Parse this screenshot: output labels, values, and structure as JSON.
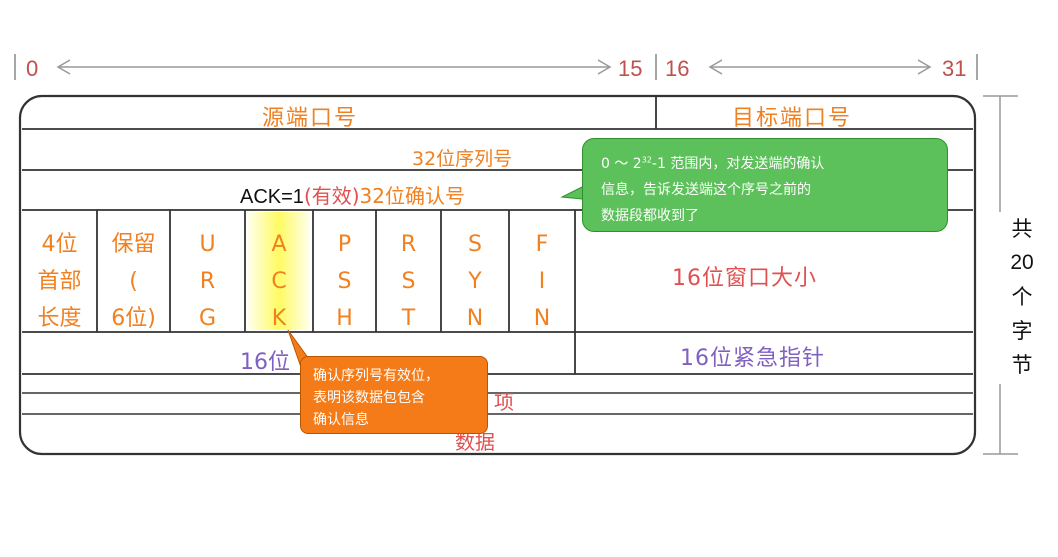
{
  "ruler": {
    "bit_0": "0",
    "bit_15": "15",
    "bit_16": "16",
    "bit_31": "31"
  },
  "fields": {
    "source_port": "源端口号",
    "dest_port": "目标端口号",
    "seq_num": "32位序列号",
    "ack_prefix": "ACK=1",
    "ack_valid": "(有效)",
    "ack_num": "32位确认号",
    "header_len": [
      "4位",
      "首部",
      "长度"
    ],
    "reserved": [
      "保留",
      "(",
      "6位)"
    ],
    "flags": [
      {
        "name": "URG",
        "letters": [
          "U",
          "R",
          "G"
        ]
      },
      {
        "name": "ACK",
        "letters": [
          "A",
          "C",
          "K"
        ]
      },
      {
        "name": "PSH",
        "letters": [
          "P",
          "S",
          "H"
        ]
      },
      {
        "name": "RST",
        "letters": [
          "R",
          "S",
          "T"
        ]
      },
      {
        "name": "SYN",
        "letters": [
          "S",
          "Y",
          "N"
        ]
      },
      {
        "name": "FIN",
        "letters": [
          "F",
          "I",
          "N"
        ]
      }
    ],
    "window": "16位窗口大小",
    "checksum_visible": "16位",
    "urgent_ptr": "16位紧急指针",
    "options_visible": "项",
    "data": "数据"
  },
  "callouts": {
    "ack_range": {
      "prefix": "0 ～ 2",
      "exponent": "32",
      "suffix": "-1 范围内，对发送端的确认",
      "line2": "信息，告诉发送端这个序号之前的",
      "line3": "数据段都收到了"
    },
    "ack_flag": {
      "line1": "确认序列号有效位，",
      "line2": "表明该数据包包含",
      "line3": "确认信息"
    }
  },
  "side": {
    "total": [
      "共",
      "20",
      "个",
      "字",
      "节"
    ]
  },
  "colors": {
    "ruler": "#c0504d",
    "field_orange": "#f08020",
    "field_purple": "#8060c0",
    "field_red": "#e05050",
    "callout_green": "#5cc15a",
    "callout_orange": "#f57b18",
    "highlight": "#fff75a"
  }
}
